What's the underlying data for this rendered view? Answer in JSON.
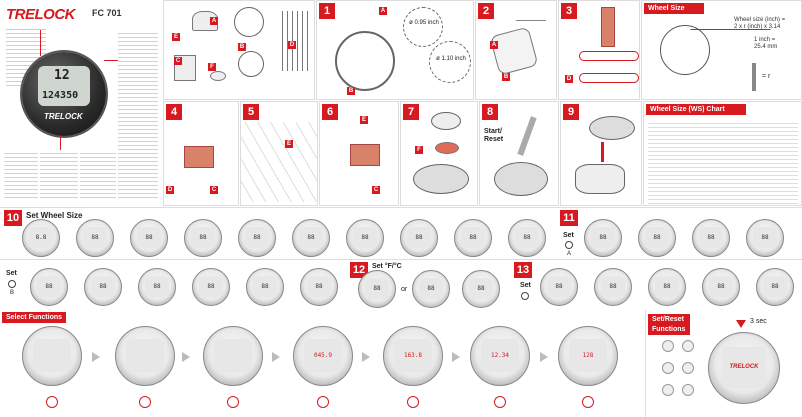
{
  "brand": {
    "name": "TRELOCK",
    "model": "FC 701"
  },
  "device": {
    "logo": "TRELOCK",
    "speed": "12",
    "distance": "124350"
  },
  "steps": {
    "s1": "1",
    "s2": "2",
    "s3": "3",
    "s4": "4",
    "s5": "5",
    "s6": "6",
    "s7": "7",
    "s8": "8",
    "s9": "9",
    "s10": "10",
    "s11": "11",
    "s12": "12",
    "s13": "13"
  },
  "parts": {
    "A": "A",
    "B": "B",
    "C": "C",
    "D": "D",
    "E": "E",
    "F": "F"
  },
  "step1": {
    "dim1": "ø 0.95 inch",
    "dim2": "ø 1.10 inch"
  },
  "step8": {
    "label_line1": "Start/",
    "label_line2": "Reset"
  },
  "wheel": {
    "title": "Wheel Size",
    "formula_line1": "Wheel size (inch) =",
    "formula_line2": "2 x r (inch) x 3.14",
    "conv_line1": "1 inch =",
    "conv_line2": "25.4 mm",
    "r_label": "= r"
  },
  "chart": {
    "title": "Wheel Size (WS) Chart"
  },
  "section10": {
    "title": "Set Wheel Size"
  },
  "section11": {
    "label": "Set",
    "sub": "A"
  },
  "section_b": {
    "label": "Set",
    "sub": "B"
  },
  "section12": {
    "title": "Set °F/°C",
    "or": "or"
  },
  "section13": {
    "label": "Set"
  },
  "select": {
    "title": "Select Functions",
    "values": [
      "",
      "",
      "",
      "045.9",
      "163.8",
      "12.34",
      "128"
    ]
  },
  "setreset": {
    "title_line1": "Set/Reset",
    "title_line2": "Functions",
    "time": "3 sec",
    "brand": "TRELOCK"
  }
}
